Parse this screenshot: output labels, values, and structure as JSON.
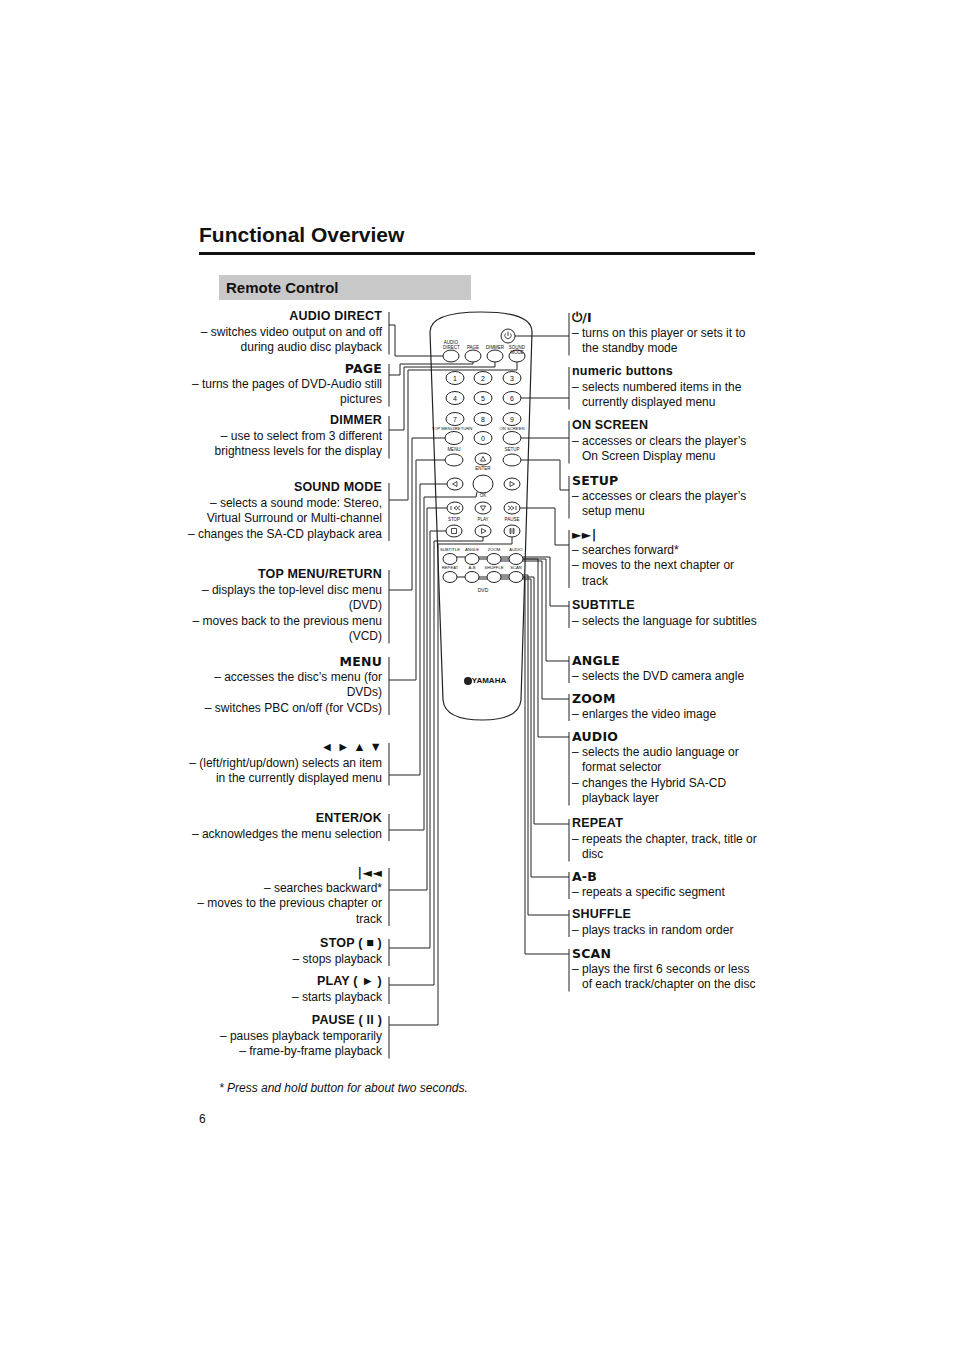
{
  "diagram": {
    "title": "Functional Overview",
    "nodes": [
      {
        "text": [
          "Remote Control"
        ]
      }
    ],
    "labels": [
      "AUDIO DIRECT",
      "– switches video output on and off during audio disc playback",
      "PAGE",
      "– turns the pages of DVD-Audio still pictures",
      "DIMMER",
      "– use to select from 3 different brightness levels for the display",
      "SOUND MODE",
      "– selects a sound mode: Stereo, Virtual Surround or Multi-channel",
      "– changes the SA-CD playback area",
      "TOP MENU/RETURN",
      "– displays the top-level disc menu (DVD)",
      "– moves back to the previous menu (VCD)",
      "MENU",
      "– accesses the disc’s menu (for DVDs)",
      "– switches PBC on/off (for VCDs)",
      "◄ ► ▲ ▼",
      "– (left/right/up/down) selects an item in the currently displayed menu",
      "ENTER/OK",
      "– acknowledges the menu selection",
      "|◄◄",
      "– searches backward*",
      "– moves to the previous chapter or track",
      "STOP ( ■ )",
      "– stops playback",
      "PLAY ( ► )",
      "– starts playback",
      "PAUSE ( II )",
      "– pauses playback temporarily",
      "– frame-by-frame playback",
      "⏻/I",
      "– turns on this player or sets it to the standby mode",
      "numeric buttons",
      "– selects numbered items in the currently displayed menu",
      "ON SCREEN",
      "– accesses or clears the player’s On Screen Display menu",
      "SETUP",
      "– accesses or clears the player’s setup menu",
      "►►|",
      "– searches forward*",
      "– moves to the next chapter or track",
      "SUBTITLE",
      "– selects the language for subtitles",
      "ANGLE",
      "– selects the DVD camera angle",
      "ZOOM",
      "– enlarges the video image",
      "AUDIO",
      "– selects the audio language or format selector",
      "– changes the Hybrid SA-CD playback layer",
      "REPEAT",
      "– repeats the chapter, track, title or disc",
      "A-B",
      "– repeats a specific segment",
      "SHUFFLE",
      "– plays tracks in random order",
      "SCAN",
      "– plays the first 6 seconds or less of each track/chapter on the disc",
      "* Press and hold button for about two seconds.",
      "6",
      "AUDIO DIRECT",
      "PAGE",
      "DIMMER",
      "SOUND MODE",
      "1",
      "2",
      "3",
      "4",
      "5",
      "6",
      "7",
      "8",
      "9",
      "TOP MENU/RETURN",
      "0",
      "ON SCREEN",
      "MENU",
      "ENTER",
      "SETUP",
      "OK",
      "STOP",
      "PLAY",
      "PAUSE",
      "SUBTITLE",
      "ANGLE",
      "ZOOM",
      "AUDIO",
      "REPEAT",
      "A-B",
      "SHUFFLE",
      "SCAN",
      "DVD",
      "YAMAHA"
    ]
  }
}
